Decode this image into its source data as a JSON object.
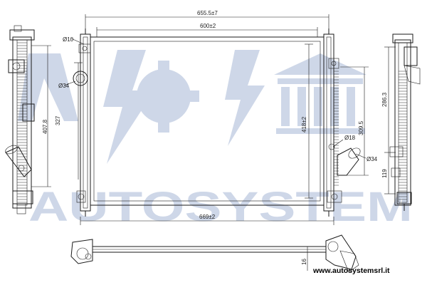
{
  "watermark": {
    "text": "AUTOSYSTEM",
    "color": "#c9d3e6"
  },
  "website": "www.autosystemsrl.it",
  "dimensions": {
    "overall_width": "655.5±7",
    "core_width": "600±2",
    "bottom_width": "669±2",
    "core_height": "418±2",
    "left_height_outer": "407.8",
    "left_height_inner": "327",
    "right_height_upper": "309.5",
    "side_height_total": "286.3",
    "side_height_lower": "119",
    "bottom_depth": "16",
    "pipe_dia_10": "Ø10",
    "pipe_dia_34_left": "Ø34",
    "pipe_dia_18": "Ø18",
    "pipe_dia_34_right": "Ø34"
  }
}
